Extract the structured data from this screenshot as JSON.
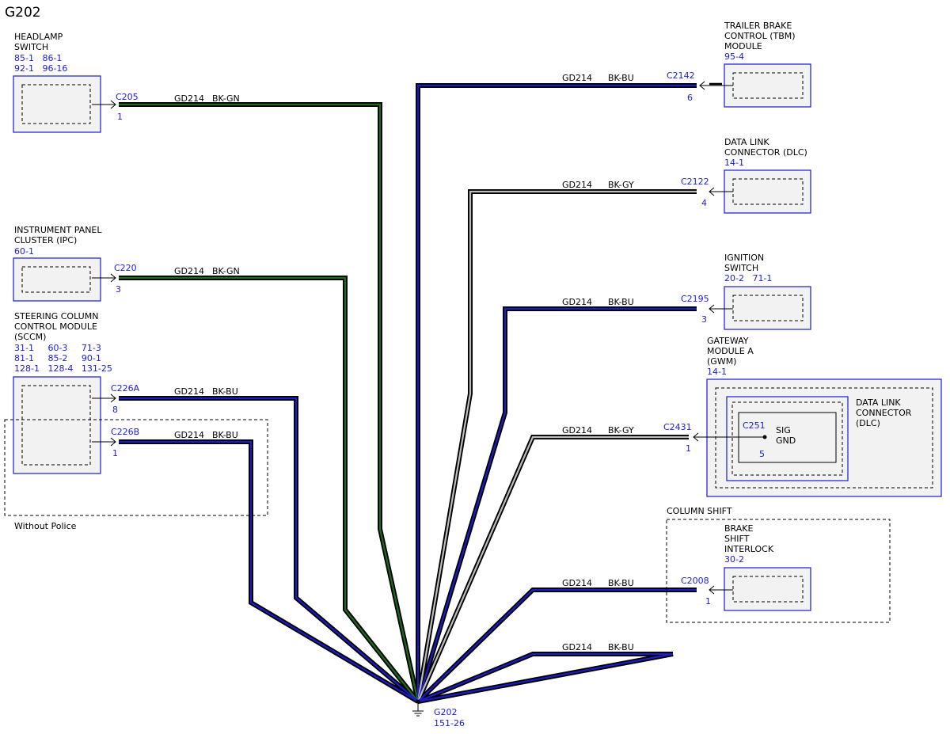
{
  "title": "G202",
  "colors": {
    "ref_blue": "#1a1ae6",
    "box_border": "#2a2ad6",
    "BK-GN": "#1d6b1d",
    "BK-BU": "#1c1cc8",
    "BK-GY": "#bdbdbd"
  },
  "components": {
    "headlamp": {
      "name": [
        "HEADLAMP",
        "SWITCH"
      ],
      "refs": [
        "85-1   86-1",
        "92-1   96-16"
      ]
    },
    "ipc": {
      "name": [
        "INSTRUMENT PANEL",
        "CLUSTER (IPC)"
      ],
      "refs": [
        "60-1"
      ]
    },
    "sccm": {
      "name": [
        "STEERING COLUMN",
        "CONTROL MODULE",
        "(SCCM)"
      ],
      "refs": [
        "31-1     60-3     71-3",
        "81-1     85-2     90-1",
        "128-1   128-4   131-25"
      ]
    },
    "tbm": {
      "name": [
        "TRAILER BRAKE",
        "CONTROL (TBM)",
        "MODULE"
      ],
      "refs": [
        "95-4"
      ]
    },
    "dlc": {
      "name": [
        "DATA LINK",
        "CONNECTOR (DLC)"
      ],
      "refs": [
        "14-1"
      ]
    },
    "ignition": {
      "name": [
        "IGNITION",
        "SWITCH"
      ],
      "refs": [
        "20-2   71-1"
      ]
    },
    "gwm": {
      "name": [
        "GATEWAY",
        "MODULE A",
        "(GWM)"
      ],
      "refs": [
        "14-1"
      ],
      "inner_name": [
        "DATA LINK",
        "CONNECTOR",
        "(DLC)"
      ],
      "inner_connector": "C251",
      "inner_pin": "5",
      "inner_signal": [
        "SIG",
        "GND"
      ]
    },
    "bsi": {
      "name": [
        "BRAKE",
        "SHIFT",
        "INTERLOCK"
      ],
      "refs": [
        "30-2"
      ]
    }
  },
  "groups": {
    "without_police": "Without Police",
    "column_shift": "COLUMN SHIFT"
  },
  "wires": [
    {
      "id": "c205",
      "connector": "C205",
      "pin": "1",
      "circuit": "GD214",
      "color_code": "BK-GN"
    },
    {
      "id": "c220",
      "connector": "C220",
      "pin": "3",
      "circuit": "GD214",
      "color_code": "BK-GN"
    },
    {
      "id": "c226a",
      "connector": "C226A",
      "pin": "8",
      "circuit": "GD214",
      "color_code": "BK-BU"
    },
    {
      "id": "c226b",
      "connector": "C226B",
      "pin": "1",
      "circuit": "GD214",
      "color_code": "BK-BU"
    },
    {
      "id": "c2142",
      "connector": "C2142",
      "pin": "6",
      "circuit": "GD214",
      "color_code": "BK-BU"
    },
    {
      "id": "c2122",
      "connector": "C2122",
      "pin": "4",
      "circuit": "GD214",
      "color_code": "BK-GY"
    },
    {
      "id": "c2195",
      "connector": "C2195",
      "pin": "3",
      "circuit": "GD214",
      "color_code": "BK-BU"
    },
    {
      "id": "c2431",
      "connector": "C2431",
      "pin": "1",
      "circuit": "GD214",
      "color_code": "BK-GY"
    },
    {
      "id": "c2008",
      "connector": "C2008",
      "pin": "1",
      "circuit": "GD214",
      "color_code": "BK-BU"
    },
    {
      "id": "splice",
      "connector": "",
      "pin": "",
      "circuit": "GD214",
      "color_code": "BK-BU"
    }
  ],
  "ground": {
    "label": "G202",
    "ref": "151-26"
  }
}
